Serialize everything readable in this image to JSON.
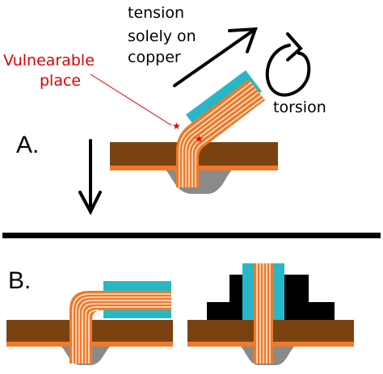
{
  "labels": {
    "tension_line1": "tension",
    "tension_line2": "solely on",
    "tension_line3": "copper",
    "vulnerable_line1": "Vulnearable",
    "vulnerable_line2": "place",
    "torsion": "torsion",
    "section_a": "A.",
    "section_b": "B."
  },
  "colors": {
    "board": "#7a4210",
    "copper_pad": "#f07a28",
    "wire": "#f07a28",
    "wire_gap": "#ffffff",
    "solder": "#8a8a8a",
    "insulation": "#27b7c8",
    "ink": "#000000",
    "red": "#e00000"
  }
}
